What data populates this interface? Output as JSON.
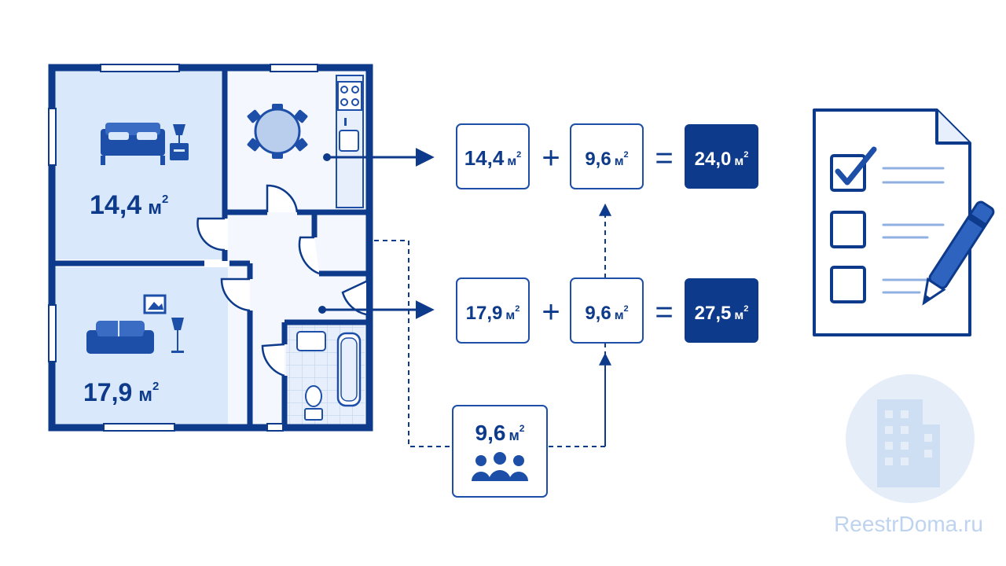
{
  "floorplan": {
    "bedroom_area": "14,4",
    "living_area": "17,9",
    "unit": "м"
  },
  "equations": [
    {
      "a": "14,4",
      "b": "9,6",
      "result": "24,0"
    },
    {
      "a": "17,9",
      "b": "9,6",
      "result": "27,5"
    }
  ],
  "shared": {
    "value": "9,6",
    "icon": "people-group-icon"
  },
  "unit_label": "м",
  "unit_superscript": "2",
  "operators": {
    "plus": "+",
    "equals": "="
  },
  "document_icon": "checklist-document-pen-icon",
  "watermark": {
    "text": "ReestrDoma.ru",
    "icon": "apartment-building-icon"
  },
  "colors": {
    "wall": "#0d3a8a",
    "room_fill": "#d9e8fb",
    "accent": "#1d4fa8",
    "result_fill": "#0d3a8a",
    "watermark": "#b8cfee"
  }
}
